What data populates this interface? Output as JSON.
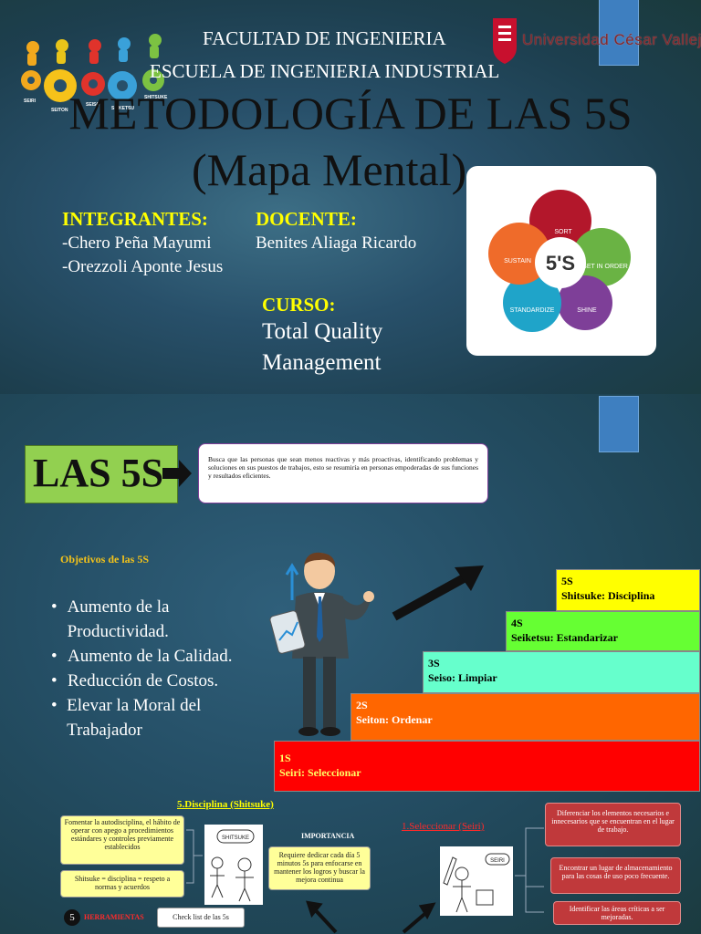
{
  "slide1": {
    "faculty": "FACULTAD DE INGENIERIA",
    "school": "ESCUELA DE INGENIERIA INDUSTRIAL",
    "university": "Universidad César Vallejo",
    "title_line1": "METODOLOGÍA DE LAS 5S",
    "title_line2": "(Mapa Mental)",
    "integrantes_label": "INTEGRANTES:",
    "integrante_1": "-Chero Peña Mayumi",
    "integrante_2": "-Orezzoli Aponte Jesus",
    "docente_label": "DOCENTE:",
    "docente_name": "Benites Aliaga Ricardo",
    "curso_label": "CURSO:",
    "curso_line1": "Total Quality",
    "curso_line2": "Management",
    "gear_logo_labels": [
      "SEIRI",
      "SEITON",
      "SEISO",
      "SEIKETSU",
      "SHITSUKE"
    ],
    "flower": {
      "center": "5'S",
      "petals": [
        "SORT",
        "SET IN ORDER",
        "SHINE",
        "STANDARDIZE",
        "SUSTAIN"
      ],
      "colors": [
        "#b3172b",
        "#6ab344",
        "#7e3f98",
        "#1fa4c9",
        "#ef6b2a"
      ]
    }
  },
  "slide2": {
    "las5s": "LAS 5S",
    "definition": "Busca que las personas que sean menos reactivas y más proactivas, identificando problemas y soluciones en sus puestos de trabajos, esto se resumiría en personas empoderadas de sus funciones y resultados eficientes.",
    "objetivos_title": "Objetivos de las 5S",
    "objetivos": [
      "Aumento de la Productividad.",
      "Aumento de la Calidad.",
      "Reducción de Costos.",
      "Elevar la Moral del Trabajador"
    ],
    "steps": [
      {
        "num": "5S",
        "label": "Shitsuke: Disciplina",
        "color": "#ffff00"
      },
      {
        "num": "4S",
        "label": "Seiketsu: Estandarizar",
        "color": "#66ff33"
      },
      {
        "num": "3S",
        "label": "Seiso: Limpiar",
        "color": "#66ffcc"
      },
      {
        "num": "2S",
        "label": "Seiton: Ordenar",
        "color": "#ff6600"
      },
      {
        "num": "1S",
        "label": "Seiri: Seleccionar",
        "color": "#ff0000"
      }
    ],
    "disciplina_title": "5.Disciplina (Shitsuke)",
    "note_autodisciplina": "Fomentar la autodisciplina, el hábito de operar con apego a procedimientos estándares y controles previamente establecidos",
    "note_shitsuke": "Shitsuke = disciplina = respeto a normas y acuerdos",
    "shitsuke_tag": "SHITSUKE",
    "importancia_title": "IMPORTANCIA",
    "importancia_text": "Requiere dedicar cada día 5 minutos 5s para enfocarse en mantener los logros y buscar la mejora continua",
    "seleccionar_title": "1.Seleccionar (Seiri)",
    "seiri_tag": "SEIRI",
    "red_notes": [
      "Diferenciar los elementos necesarios e innecesarios que se encuentran en el lugar de trabajo.",
      "Encontrar un lugar de almacenamiento para las cosas de uso poco frecuente.",
      "Identificar las áreas críticas a ser mejoradas."
    ],
    "badge_5": "5",
    "herramientas": "HERRAMIENTAS",
    "checklist": "Check list de las 5s"
  }
}
